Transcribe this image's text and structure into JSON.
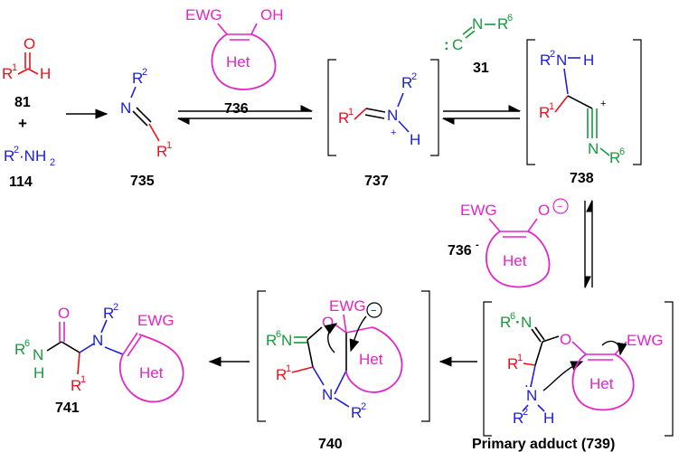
{
  "compounds": {
    "c81": "81",
    "c114": "114",
    "c735": "735",
    "c736": "736",
    "c737": "737",
    "c31": "31",
    "c738": "738",
    "c736minus": "736",
    "c736minus_sup": "-",
    "c740": "740",
    "c741": "741",
    "primary_adduct": "Primary adduct (739)"
  },
  "labels": {
    "plus": "+",
    "plus_charge": "+",
    "minus_charge": "−",
    "r1": "R",
    "r2": "R",
    "r6": "R",
    "sup1": "1",
    "sup2": "2",
    "sup6": "6",
    "o": "O",
    "h": "H",
    "n": "N",
    "c": "C",
    "oh": "OH",
    "nh2": "·NH",
    "sub2": "2",
    "ewg": "EWG",
    "het": "Het",
    "lone_pair": ":"
  },
  "colors": {
    "red": "#e8121c",
    "blue": "#1d20d6",
    "green": "#179a3d",
    "magenta": "#e325c7",
    "black": "#000000"
  }
}
